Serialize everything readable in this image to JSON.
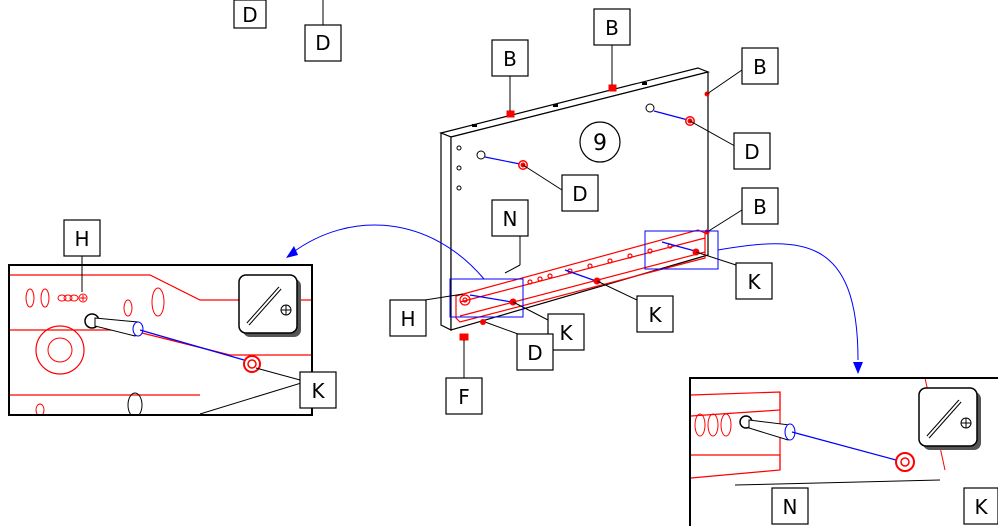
{
  "part_number": "9",
  "labels": {
    "D": "D",
    "B": "B",
    "N": "N",
    "H": "H",
    "K": "K",
    "F": "F"
  },
  "colors": {
    "line": "#000000",
    "hardware": "#ff0000",
    "callout": "#0000ff",
    "background": "#ffffff"
  },
  "icons": [
    "screwdriver-icon",
    "phillips-icon"
  ]
}
